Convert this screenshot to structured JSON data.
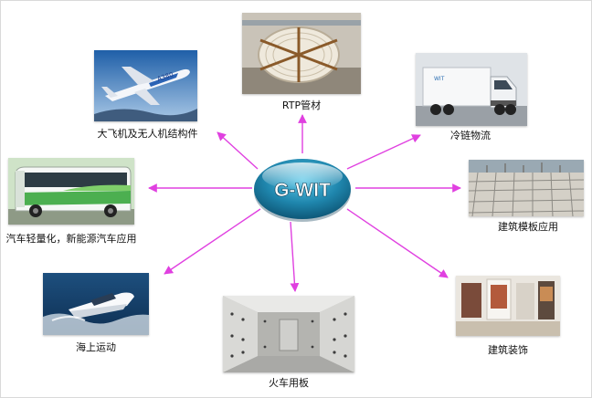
{
  "hub": {
    "label": "G-WIT"
  },
  "nodes": [
    {
      "id": "aircraft",
      "label": "大飞机及无人机结构件",
      "icon": "airplane-photo"
    },
    {
      "id": "rtp",
      "label": "RTP管材",
      "icon": "pipe-spool-photo"
    },
    {
      "id": "cold",
      "label": "冷链物流",
      "icon": "refrigerated-truck-photo"
    },
    {
      "id": "building",
      "label": "建筑模板应用",
      "icon": "formwork-photo"
    },
    {
      "id": "decor",
      "label": "建筑装饰",
      "icon": "interior-decor-photo"
    },
    {
      "id": "train",
      "label": "火车用板",
      "icon": "train-interior-photo"
    },
    {
      "id": "marine",
      "label": "海上运动",
      "icon": "speedboat-photo"
    },
    {
      "id": "auto",
      "label": "汽车轻量化，新能源汽车应用",
      "icon": "bus-photo"
    }
  ],
  "colors": {
    "arrow": "#e040e0",
    "hub_dark": "#0b4f6e",
    "hub_light": "#2aa3c9"
  }
}
